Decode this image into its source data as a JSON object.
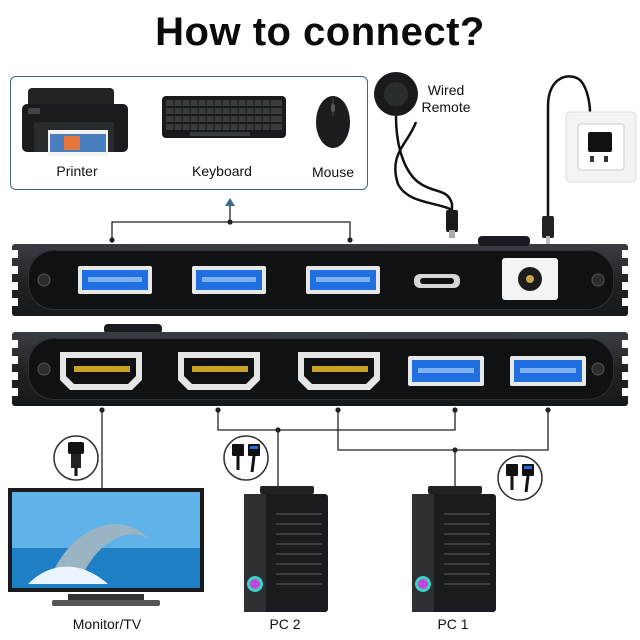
{
  "title": "How to connect?",
  "peripherals": {
    "printer": "Printer",
    "keyboard": "Keyboard",
    "mouse": "Mouse"
  },
  "remote": {
    "line1": "Wired",
    "line2": "Remote"
  },
  "devices": {
    "monitor": "Monitor/TV",
    "pc2": "PC 2",
    "pc1": "PC 1"
  },
  "colors": {
    "usb_blue": "#1f6fe0",
    "line": "#222222",
    "box_border": "#3a6a85"
  }
}
